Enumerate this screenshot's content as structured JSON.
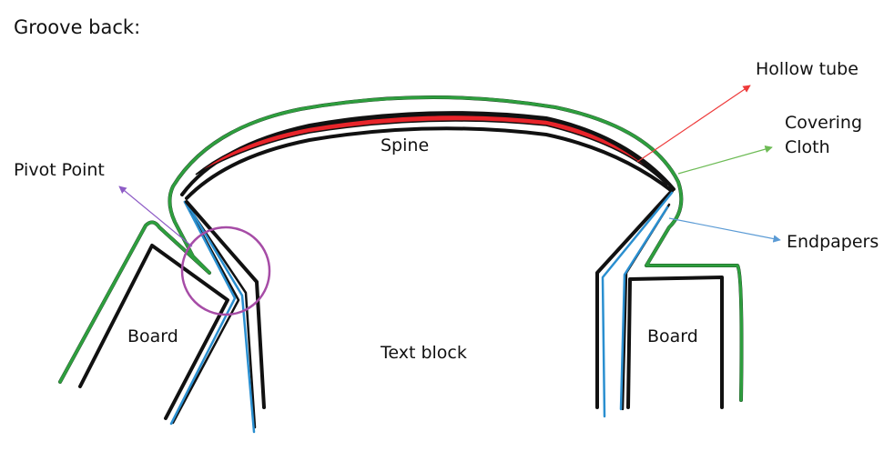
{
  "title": "Groove back:",
  "labels": {
    "spine": "Spine",
    "text_block": "Text block",
    "board_left": "Board",
    "board_right": "Board",
    "pivot_point": "Pivot Point",
    "hollow_tube": "Hollow tube",
    "covering_cloth_line1": "Covering",
    "covering_cloth_line2": "Cloth",
    "endpapers": "Endpapers"
  },
  "colors": {
    "outline": "#111111",
    "hollow_tube": "#e8242a",
    "covering_cloth": "#2e9e3e",
    "endpapers": "#2a8fd0",
    "pivot_circle": "#a64ca6",
    "arrow_hollow_tube": "#ee3a3a",
    "arrow_covering_cloth": "#6dbb55",
    "arrow_endpapers": "#5b9bd5",
    "arrow_pivot": "#8e5cc6"
  }
}
